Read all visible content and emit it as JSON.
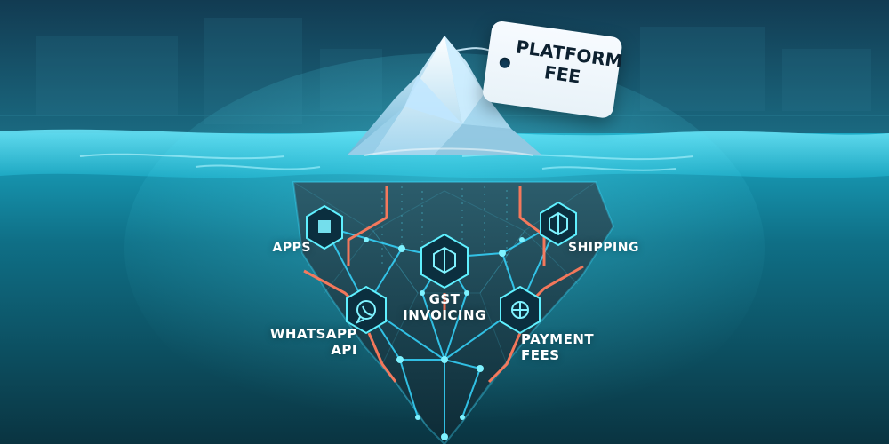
{
  "tag": {
    "line1": "PLATFORM",
    "line2": "FEE"
  },
  "labels": {
    "apps": "APPS",
    "shipping": "SHIPPING",
    "gst_line1": "GST",
    "gst_line2": "INVOICING",
    "whatsapp_line1": "WHATSAPP",
    "whatsapp_line2": "API",
    "payment_line1": "PAYMENT",
    "payment_line2": "FEES"
  },
  "icons": {
    "apps": "cube-icon",
    "shipping": "box-icon",
    "gst": "cube-icon",
    "whatsapp": "whatsapp-icon",
    "payment": "network-icon"
  },
  "colors": {
    "water_surface": "#2bb7d6",
    "deep_water": "#0b3440",
    "network": "#34d5ff",
    "accent_lines": "#ff7a5c",
    "label_text": "#ffffff"
  }
}
